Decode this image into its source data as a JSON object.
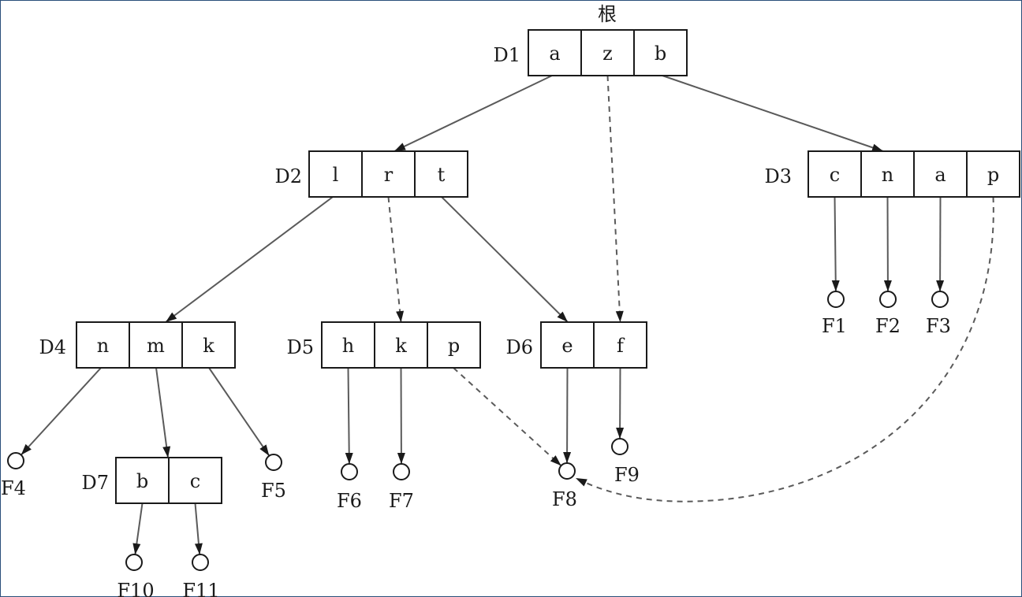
{
  "diagram": {
    "root_label": "根",
    "directories": [
      {
        "id": "D1",
        "cells": [
          "a",
          "z",
          "b"
        ]
      },
      {
        "id": "D2",
        "cells": [
          "l",
          "r",
          "t"
        ]
      },
      {
        "id": "D3",
        "cells": [
          "c",
          "n",
          "a",
          "p"
        ]
      },
      {
        "id": "D4",
        "cells": [
          "n",
          "m",
          "k"
        ]
      },
      {
        "id": "D5",
        "cells": [
          "h",
          "k",
          "p"
        ]
      },
      {
        "id": "D6",
        "cells": [
          "e",
          "f"
        ]
      },
      {
        "id": "D7",
        "cells": [
          "b",
          "c"
        ]
      }
    ],
    "files": [
      "F1",
      "F2",
      "F3",
      "F4",
      "F5",
      "F6",
      "F7",
      "F8",
      "F9",
      "F10",
      "F11"
    ],
    "links": [
      {
        "from": "D1.a",
        "to": "D2",
        "style": "solid"
      },
      {
        "from": "D1.z",
        "to": "D6.f",
        "style": "dashed"
      },
      {
        "from": "D1.b",
        "to": "D3",
        "style": "solid"
      },
      {
        "from": "D2.l",
        "to": "D4",
        "style": "solid"
      },
      {
        "from": "D2.r",
        "to": "D5.k",
        "style": "dashed"
      },
      {
        "from": "D2.t",
        "to": "D6",
        "style": "solid"
      },
      {
        "from": "D3.c",
        "to": "F1",
        "style": "solid"
      },
      {
        "from": "D3.n",
        "to": "F2",
        "style": "solid"
      },
      {
        "from": "D3.a",
        "to": "F3",
        "style": "solid"
      },
      {
        "from": "D3.p",
        "to": "F8",
        "style": "dashed"
      },
      {
        "from": "D4.n",
        "to": "F4",
        "style": "solid"
      },
      {
        "from": "D4.m",
        "to": "D7",
        "style": "solid"
      },
      {
        "from": "D4.k",
        "to": "F5",
        "style": "solid"
      },
      {
        "from": "D5.h",
        "to": "F6",
        "style": "solid"
      },
      {
        "from": "D5.k",
        "to": "F7",
        "style": "solid"
      },
      {
        "from": "D5.p",
        "to": "F8",
        "style": "dashed"
      },
      {
        "from": "D6.e",
        "to": "F8",
        "style": "solid"
      },
      {
        "from": "D6.f",
        "to": "F9",
        "style": "solid"
      },
      {
        "from": "D7.b",
        "to": "F10",
        "style": "solid"
      },
      {
        "from": "D7.c",
        "to": "F11",
        "style": "solid"
      }
    ]
  }
}
